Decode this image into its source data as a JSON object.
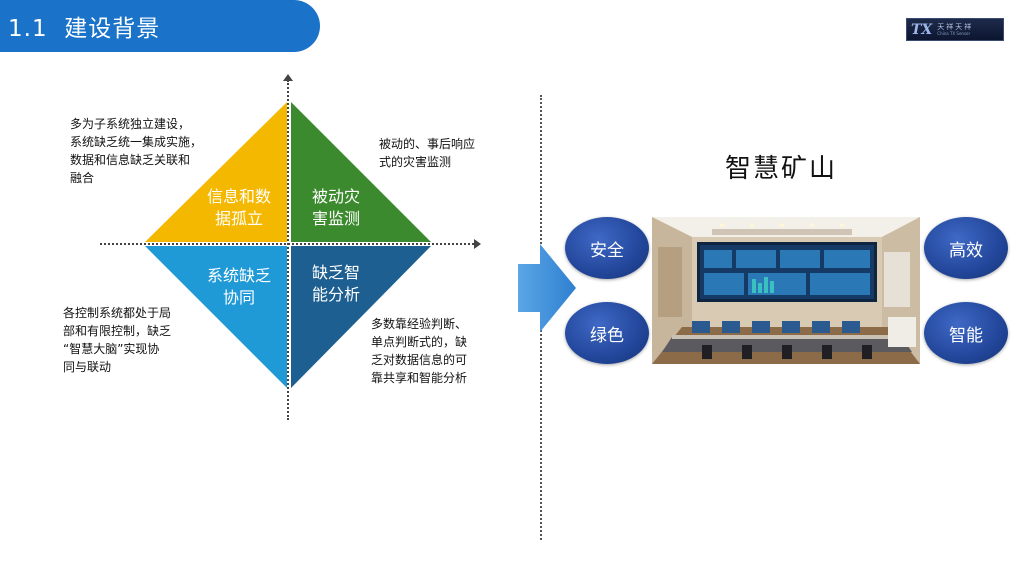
{
  "header": {
    "title": "1.1  建设背景",
    "logo_mark": "TX",
    "logo_cn": "天祥天祥",
    "logo_en": "China TX Sensor"
  },
  "matrix": {
    "quadrants": {
      "top_left": {
        "label_line1": "信息和数",
        "label_line2": "据孤立",
        "color": "#f5b800"
      },
      "top_right": {
        "label_line1": "被动灾",
        "label_line2": "害监测",
        "color": "#3c8a2e"
      },
      "bottom_left": {
        "label_line1": "系统缺乏",
        "label_line2": "协同",
        "color": "#1f9ad6"
      },
      "bottom_right": {
        "label_line1": "缺乏智",
        "label_line2": "能分析",
        "color": "#1d5f91"
      }
    },
    "notes": {
      "top_left": [
        "多为子系统独立建设，",
        "系统缺乏统一集成实施，",
        "数据和信息缺乏关联和",
        "融合"
      ],
      "top_right": [
        "被动的、事后响应",
        "式的灾害监测"
      ],
      "bottom_left": [
        "各控制系统都处于局",
        "部和有限控制，缺乏",
        "“智慧大脑”实现协",
        "同与联动"
      ],
      "bottom_right": [
        "多数靠经验判断、",
        "单点判断式的，缺",
        "乏对数据信息的可",
        "靠共享和智能分析"
      ]
    }
  },
  "smart_mine": {
    "title": "智慧矿山",
    "pillars": {
      "safety": "安全",
      "green": "绿色",
      "efficient": "高效",
      "intelligent": "智能"
    },
    "accent_color": "#22469a"
  }
}
